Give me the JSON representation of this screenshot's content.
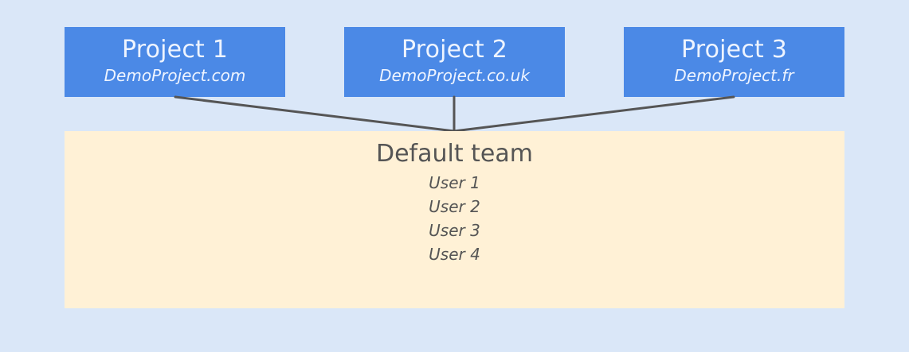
{
  "colors": {
    "background": "#dae7f8",
    "project_fill": "#4b89e6",
    "project_text": "#eef4ff",
    "team_fill": "#fff1d6",
    "team_text": "#555555",
    "connector": "#555555"
  },
  "projects": [
    {
      "name": "Project 1",
      "domain": "DemoProject.com"
    },
    {
      "name": "Project 2",
      "domain": "DemoProject.co.uk"
    },
    {
      "name": "Project 3",
      "domain": "DemoProject.fr"
    }
  ],
  "team": {
    "name": "Default team",
    "users": [
      "User 1",
      "User 2",
      "User 3",
      "User 4"
    ]
  }
}
